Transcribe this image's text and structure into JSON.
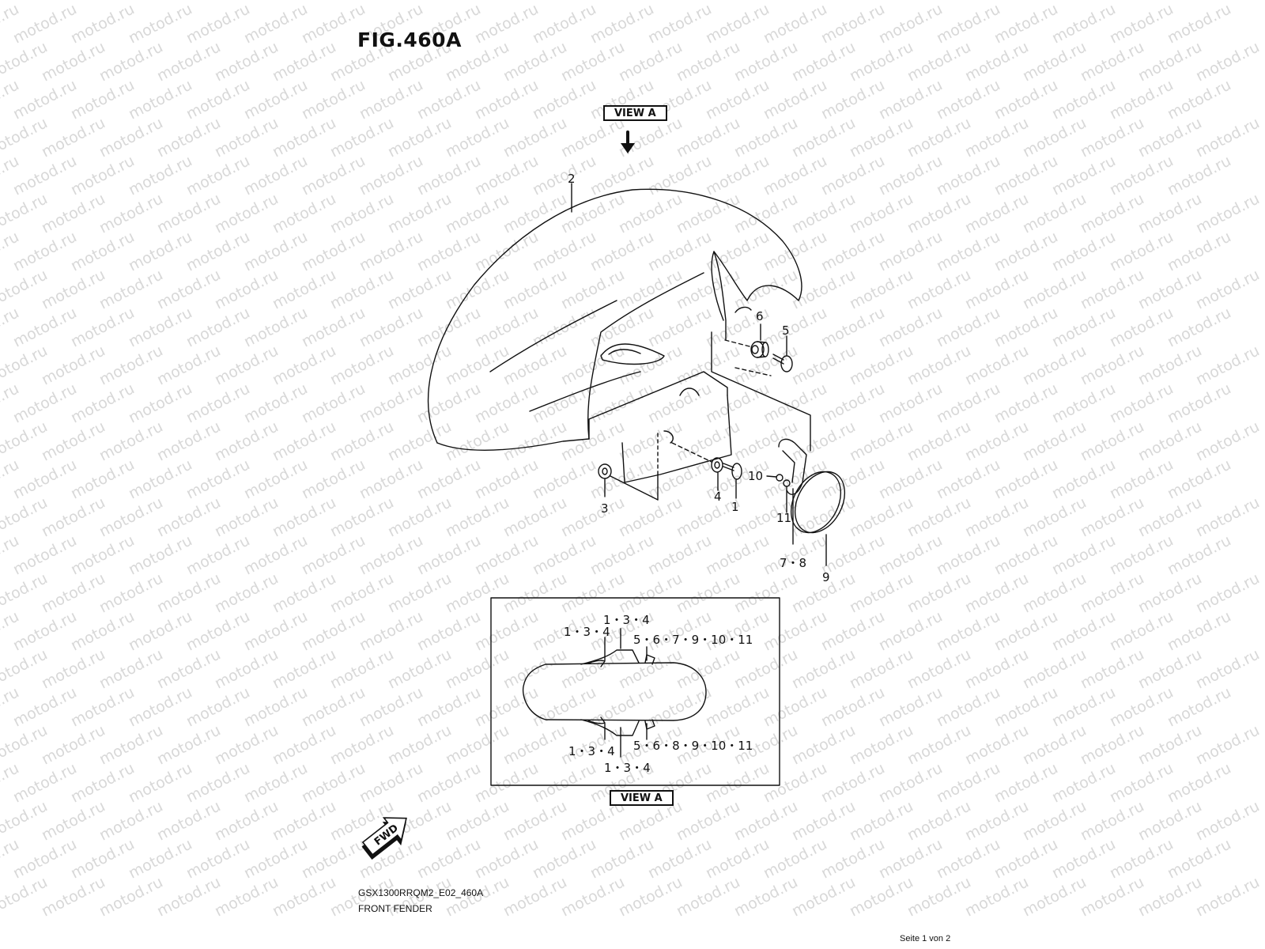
{
  "figure": {
    "title": "FIG.460A"
  },
  "view_labels": {
    "top": "VIEW A",
    "bottom": "VIEW A"
  },
  "fwd_label": "FWD",
  "watermark_text": "motod.ru",
  "callouts": {
    "c1": "1",
    "c2": "2",
    "c3": "3",
    "c4": "4",
    "c5": "5",
    "c6": "6",
    "c78": "7・8",
    "c9": "9",
    "c10": "10",
    "c11": "11"
  },
  "view_a_callouts": {
    "top_left": "1・3・4",
    "top_center": "1・3・4",
    "top_right": "5・6・7・9・10・11",
    "bottom_left": "1・3・4",
    "bottom_center": "1・3・4",
    "bottom_right": "5・6・8・9・10・11"
  },
  "caption": {
    "code": "GSX1300RRQM2_E02_460A",
    "name": "FRONT FENDER"
  },
  "page_footer": "Seite 1 von 2",
  "colors": {
    "line": "#111111",
    "watermark": "#d8d8d8",
    "background": "#ffffff"
  }
}
